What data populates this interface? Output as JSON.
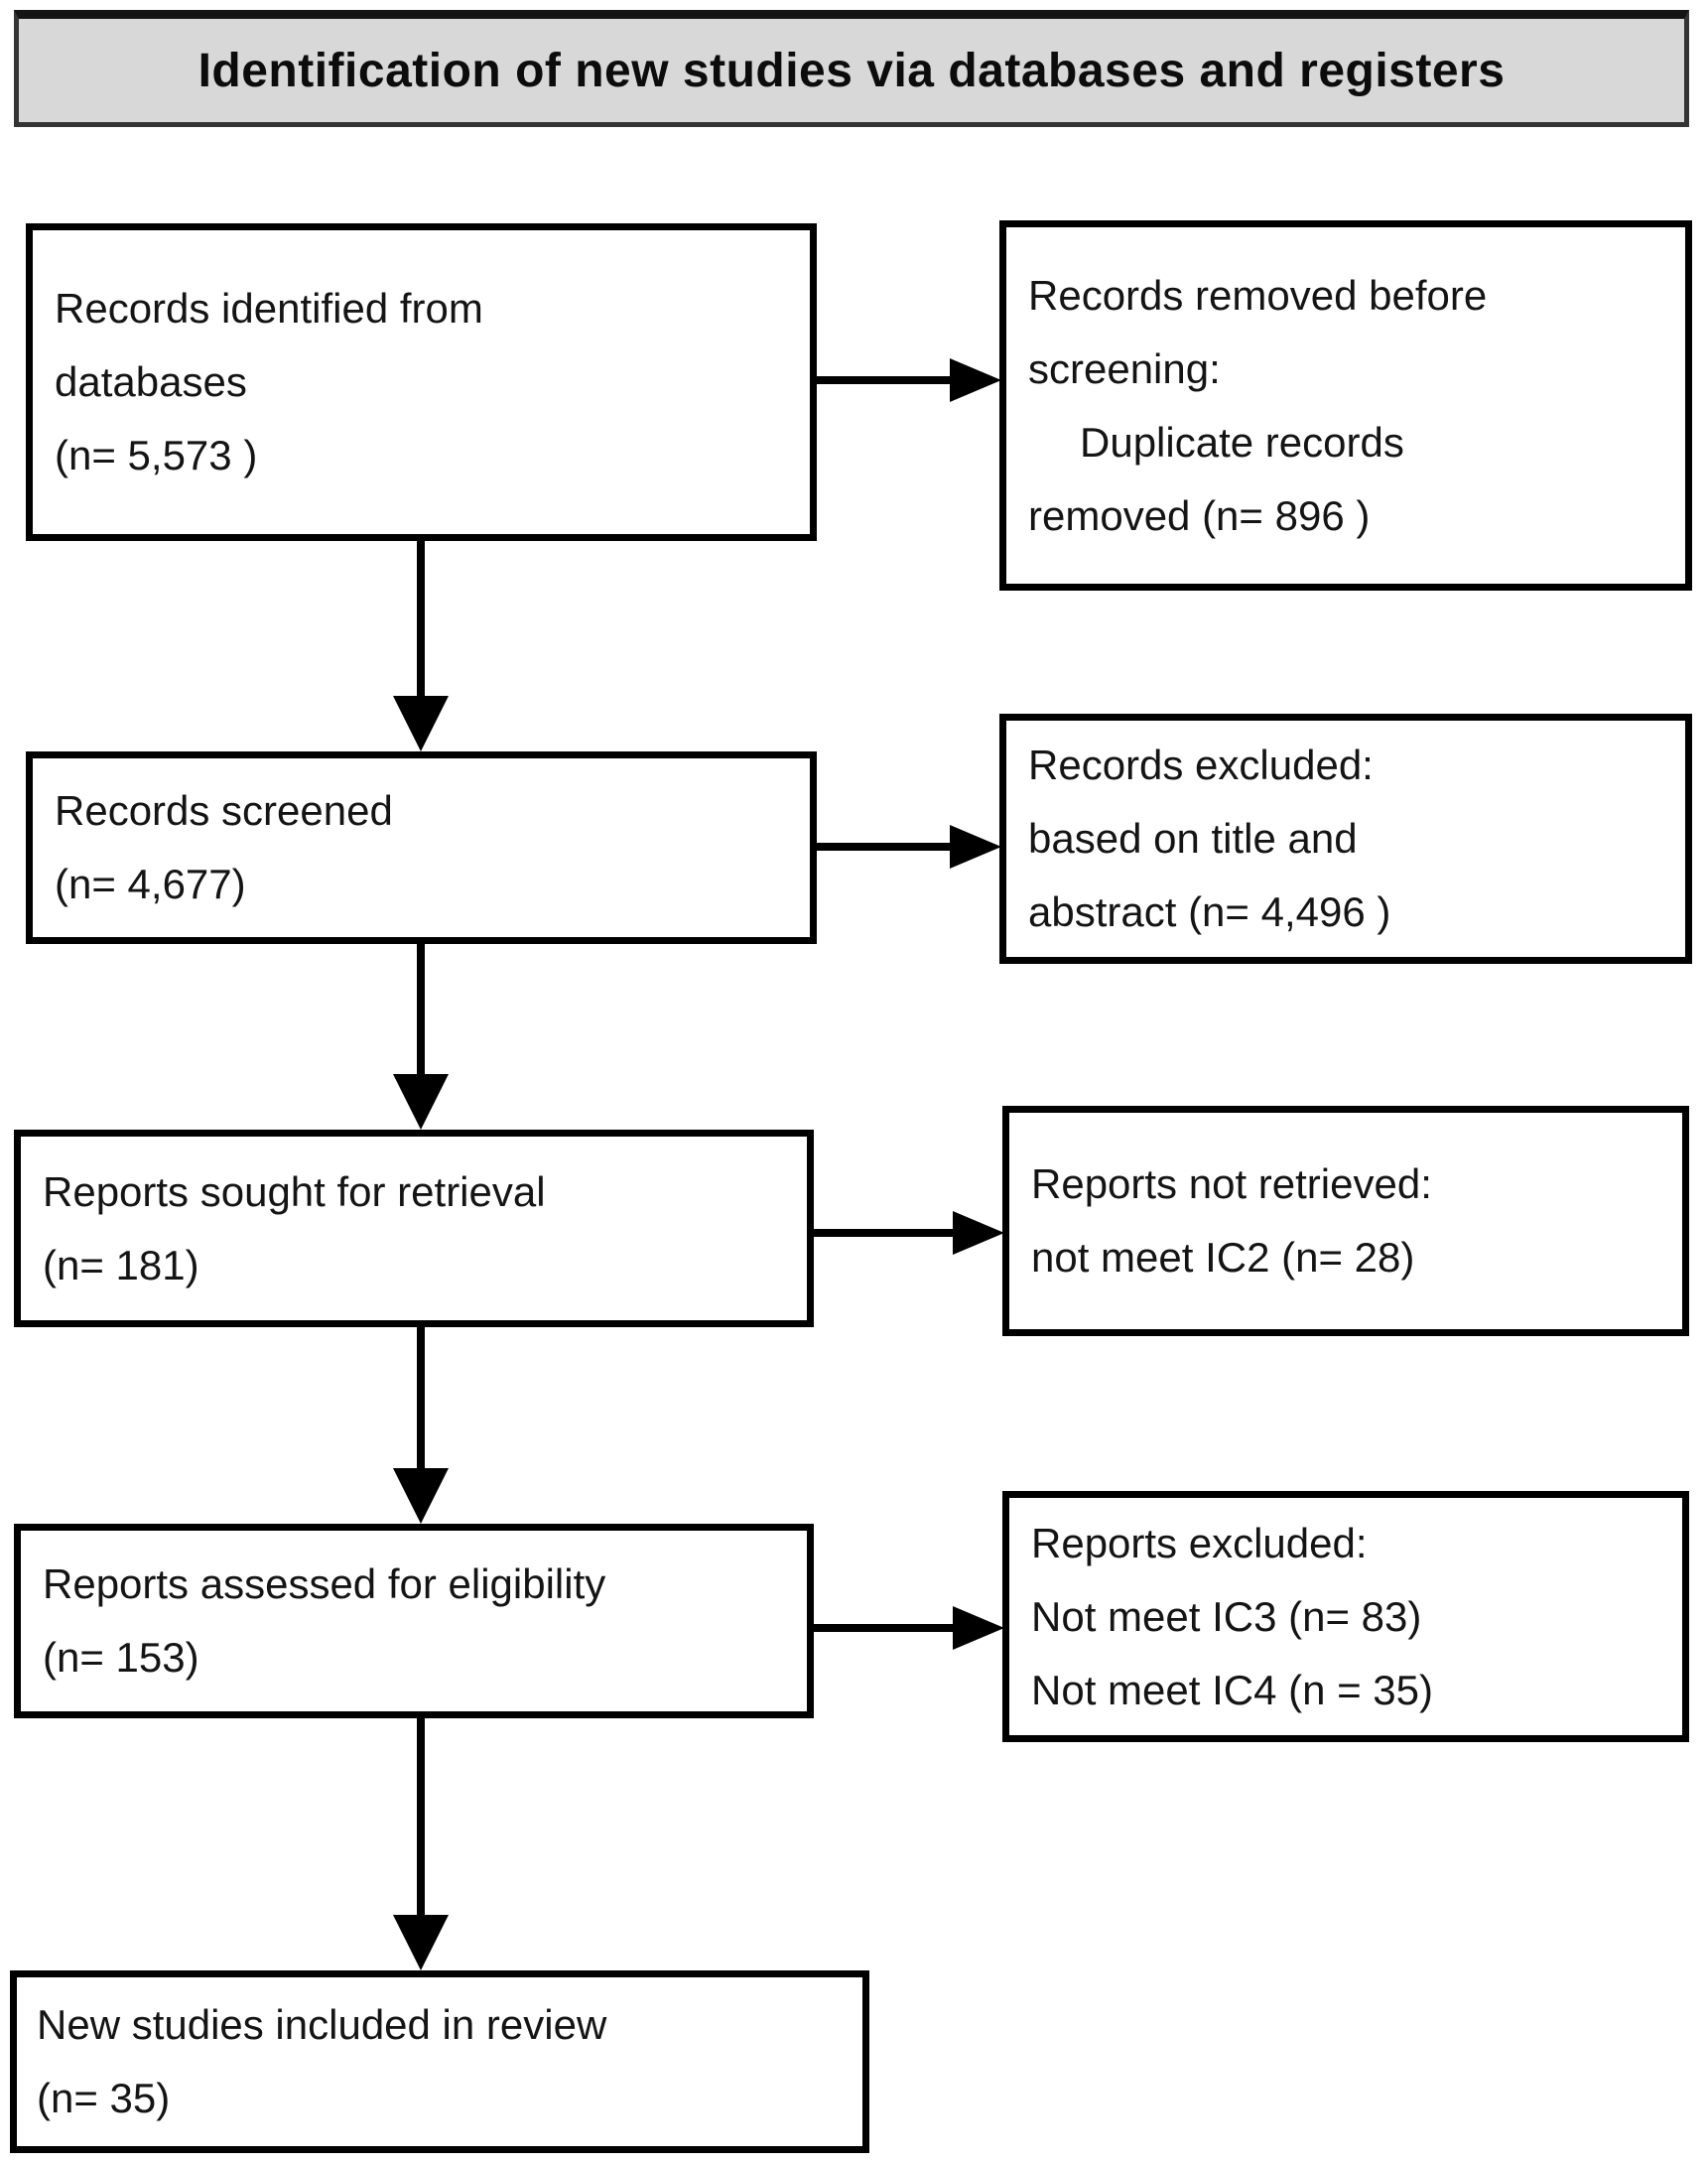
{
  "title": "Identification of new studies via databases and registers",
  "colors": {
    "page_background": "#ffffff",
    "title_background": "#d8d8d8",
    "title_border": "#343434",
    "box_border": "#000000",
    "arrow": "#000000",
    "text": "#141414"
  },
  "boxes": {
    "records_identified": {
      "lines": [
        "Records identified from",
        "databases",
        "(n= 5,573 )"
      ]
    },
    "records_removed": {
      "lines": [
        "Records removed before",
        "screening:",
        "Duplicate records",
        "removed (n= 896 )"
      ]
    },
    "records_screened": {
      "lines": [
        "Records screened",
        "(n= 4,677)"
      ]
    },
    "records_excluded": {
      "lines": [
        "Records excluded:",
        "based on title and",
        "abstract (n= 4,496 )"
      ]
    },
    "reports_sought": {
      "lines": [
        "Reports sought for retrieval",
        "(n= 181)"
      ]
    },
    "reports_not_retrieved": {
      "lines": [
        "Reports not retrieved:",
        "not meet IC2 (n= 28)"
      ]
    },
    "reports_assessed": {
      "lines": [
        "Reports assessed for eligibility",
        "(n= 153)"
      ]
    },
    "reports_excluded": {
      "lines": [
        "Reports excluded:",
        "Not meet IC3 (n= 83)",
        "Not meet IC4 (n = 35)"
      ]
    },
    "new_studies_included": {
      "lines": [
        "New studies included in review",
        "(n= 35)"
      ]
    }
  }
}
